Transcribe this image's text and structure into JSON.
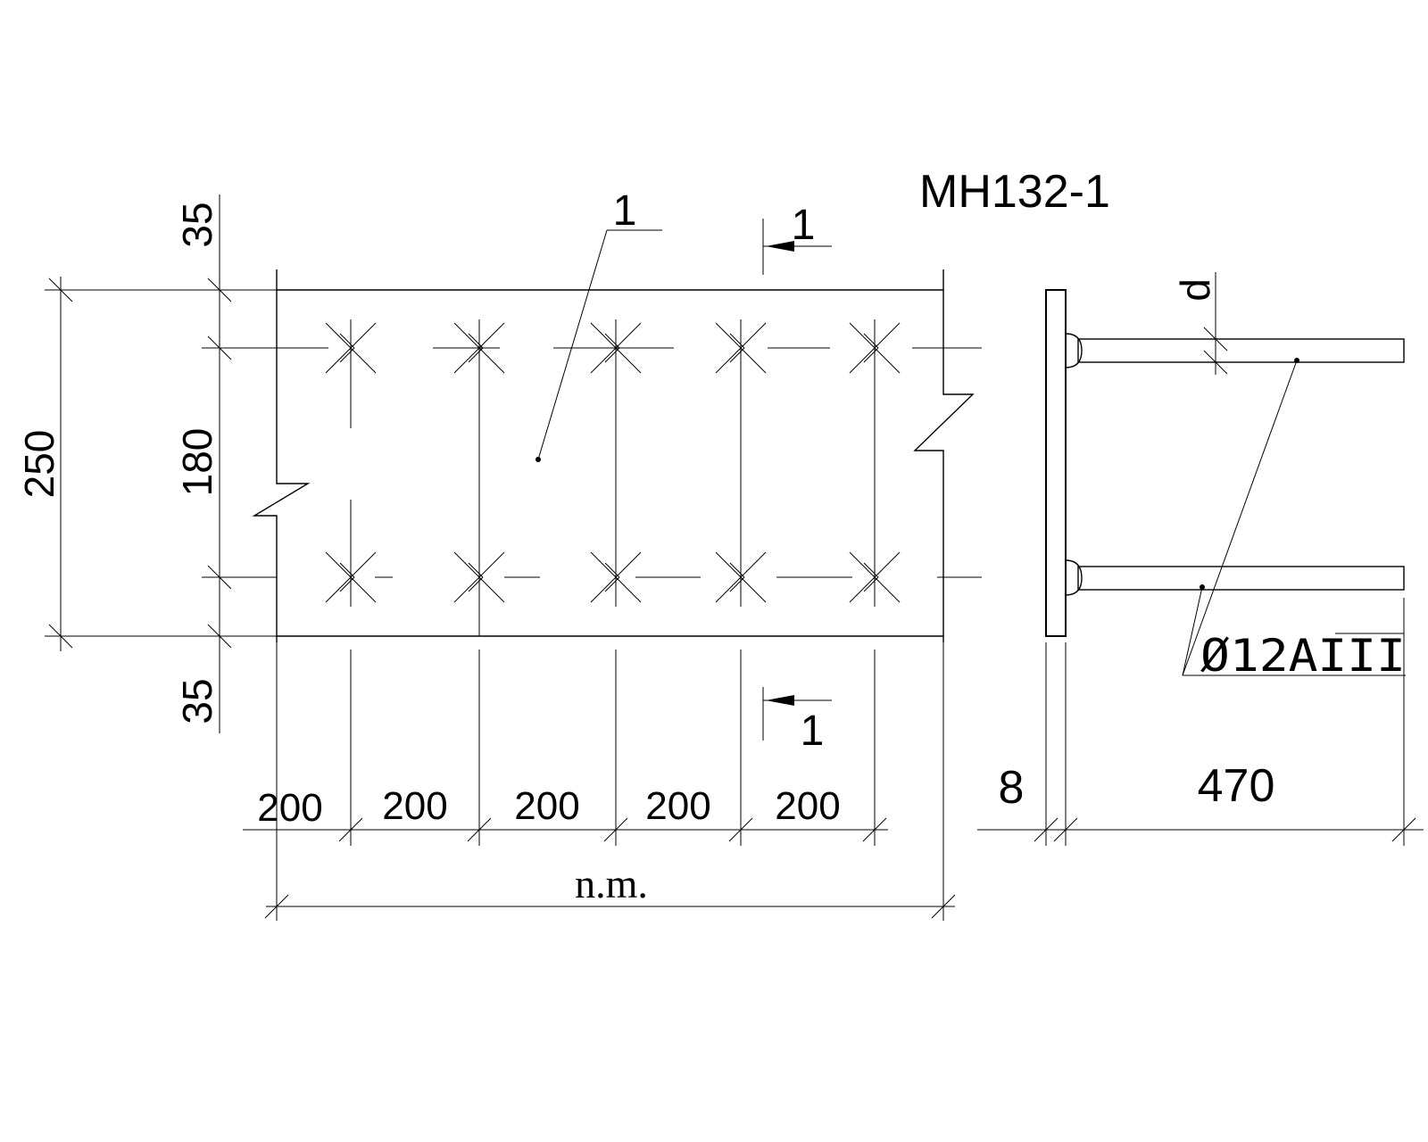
{
  "title": "MH132-1",
  "plan": {
    "callout_label": "1",
    "section_marker_top": "1",
    "section_marker_bottom": "1",
    "dim_total_height": "250",
    "dim_inner_height": "180",
    "dim_edge_top": "35",
    "dim_edge_bottom": "35",
    "spacing_labels": [
      "200",
      "200",
      "200",
      "200",
      "200"
    ],
    "length_label": "n.m."
  },
  "section": {
    "dim_d": "d",
    "rebar_label": "Ø12AIII",
    "dim_plate_thickness": "8",
    "dim_anchor_length": "470"
  }
}
